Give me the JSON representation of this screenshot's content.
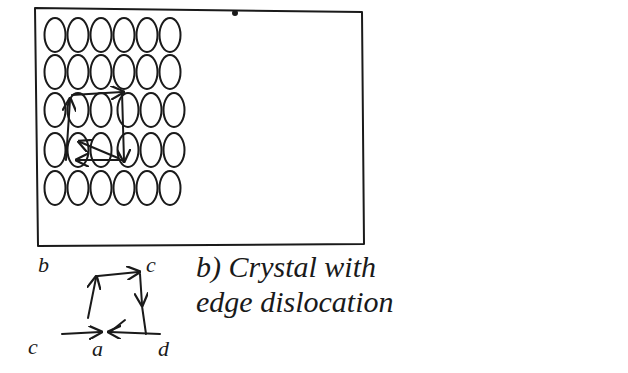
{
  "diagram": {
    "caption": "b) Crystal with edge dislocation",
    "labels": [
      "b",
      "c",
      "c",
      "a",
      "d"
    ]
  }
}
